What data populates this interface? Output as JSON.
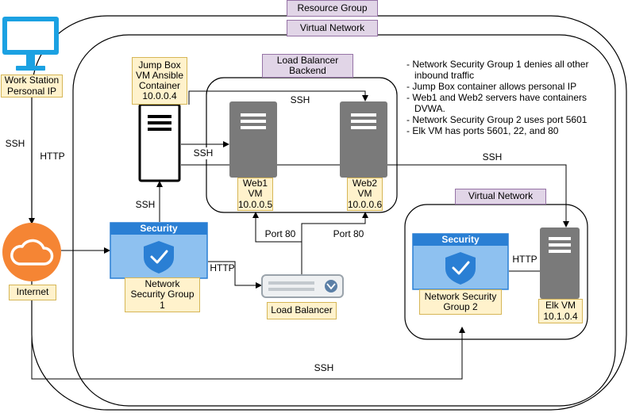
{
  "labels": {
    "resource_group": "Resource Group",
    "virtual_network_main": "Virtual Network",
    "virtual_network_elk": "Virtual Network",
    "lb_backend": "Load Balancer\nBackend",
    "workstation": "Work Station\nPersonal IP",
    "jumpbox": "Jump Box\nVM Ansible\nContainer\n10.0.0.4",
    "web1": "Web1\nVM\n10.0.0.5",
    "web2": "Web2\nVM\n10.0.0.6",
    "internet": "Internet",
    "nsg1": "Network\nSecurity Group\n1",
    "nsg2": "Network Security\nGroup 2",
    "load_balancer": "Load Balancer",
    "elk": "Elk VM\n10.1.0.4",
    "security_badge_1": "Security",
    "security_badge_2": "Security"
  },
  "edges": {
    "ssh_workstation": "SSH",
    "http_workstation": "HTTP",
    "ssh_top": "SSH",
    "ssh_jump_web": "SSH",
    "ssh_nsg_jump": "SSH",
    "ssh_elk": "SSH",
    "http_nsg_lb": "HTTP",
    "port80_web1": "Port 80",
    "port80_web2": "Port 80",
    "http_nsg2_elk": "HTTP",
    "ssh_bottom": "SSH"
  },
  "notes": [
    "Network Security Group 1 denies all other inbound traffic",
    "Jump Box container allows personal IP",
    "Web1 and Web2 servers have containers DVWA.",
    "Network Security Group 2 uses port 5601",
    "Elk VM has ports 5601, 22, and 80"
  ],
  "colors": {
    "purple_fill": "#e1d5e7",
    "purple_stroke": "#9673a6",
    "yellow_fill": "#fff2cc",
    "yellow_stroke": "#d6b656",
    "monitor_blue": "#1ba1e2",
    "internet_orange": "#f58534",
    "server_gray": "#7a7a7a",
    "security_blue": "#2a7fd4",
    "security_light": "#8ec1f0"
  }
}
